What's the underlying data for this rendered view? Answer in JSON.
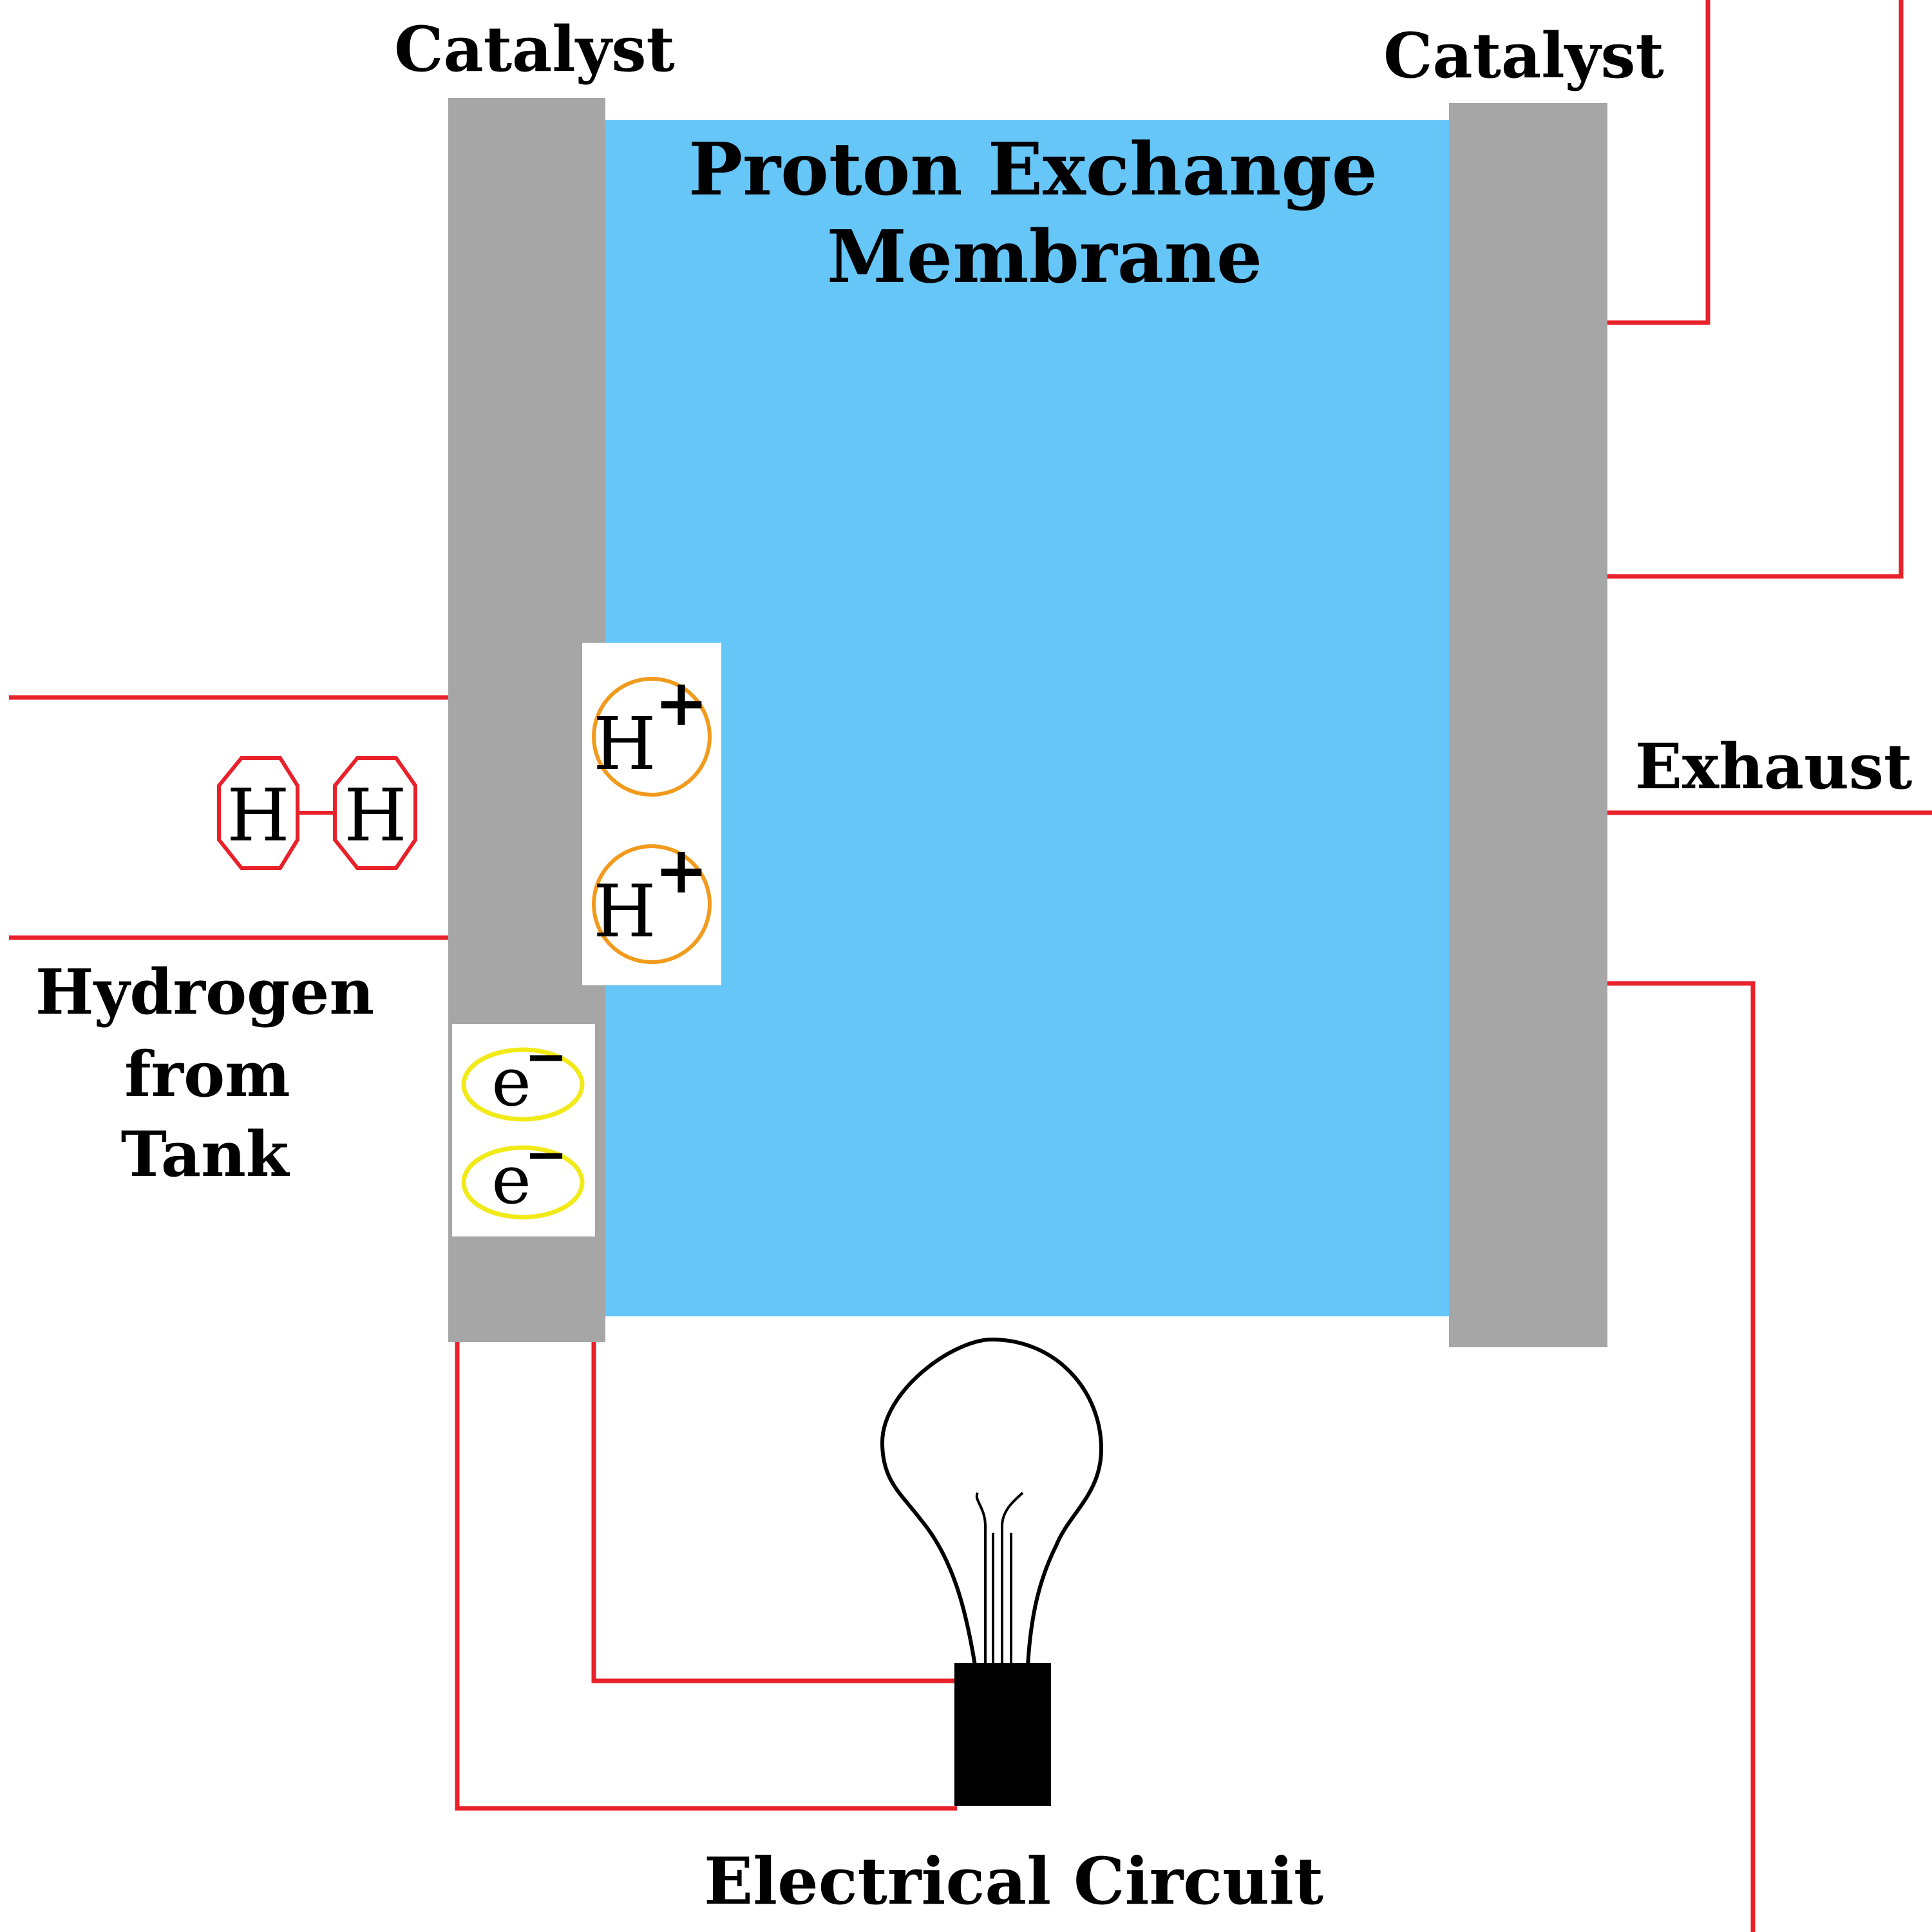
{
  "labels": {
    "catalyst_left": "Catalyst",
    "catalyst_right": "Catalyst",
    "membrane_line1": "Proton Exchange",
    "membrane_line2": "Membrane",
    "hydrogen_line1": "Hydrogen",
    "hydrogen_line2": "from",
    "hydrogen_line3": "Tank",
    "exhaust": "Exhaust",
    "circuit": "Electrical Circuit"
  },
  "particles": {
    "h2_atom_left": "H",
    "h2_atom_right": "H",
    "proton_symbol": "H",
    "proton_charge": "+",
    "electron_symbol": "e",
    "electron_charge": "−"
  },
  "colors": {
    "membrane": "#66c6f8",
    "catalyst": "#a6a6a6",
    "wire": "#e8212a",
    "proton_ring": "#f29a1c",
    "electron_ring": "#f2ea17",
    "bulb_base": "#000000"
  }
}
